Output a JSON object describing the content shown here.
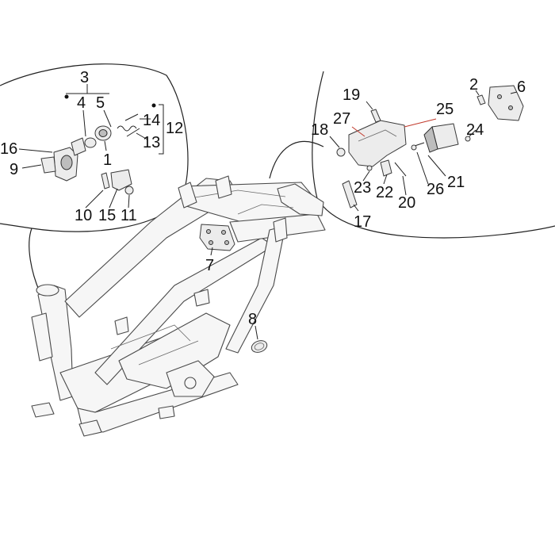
{
  "diagram": {
    "colors": {
      "leader": "#c0392b",
      "outline": "#3a3a3a",
      "frame_fill": "#f6f6f6",
      "label": "#111111"
    },
    "callouts": {
      "c1": "1",
      "c2": "2",
      "c3": "3",
      "c4": "4",
      "c5": "5",
      "c6": "6",
      "c7": "7",
      "c8": "8",
      "c9": "9",
      "c10": "10",
      "c11": "11",
      "c12": "12",
      "c13": "13",
      "c14": "14",
      "c15": "15",
      "c16": "16",
      "c17": "17",
      "c18": "18",
      "c19": "19",
      "c20": "20",
      "c21": "21",
      "c22": "22",
      "c23": "23",
      "c24": "24",
      "c25": "25",
      "c26": "26",
      "c27": "27"
    }
  }
}
